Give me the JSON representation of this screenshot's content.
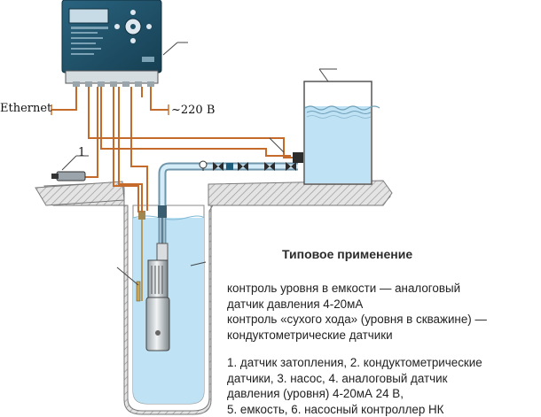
{
  "labels": {
    "ethernet": "Ethernet",
    "power": "~220 В",
    "sensor_number": "1"
  },
  "description": {
    "heading": "Типовое применение",
    "paragraph1": [
      "контроль уровня в емкости — аналоговый",
      "датчик давления 4-20мА",
      "контроль «сухого хода» (уровня в скважине) —",
      "кондуктометрические датчики"
    ],
    "paragraph2": [
      "1. датчик затопления, 2. кондуктометрические",
      "датчики, 3. насос, 4. аналоговый датчик",
      "давления (уровня) 4-20мА 24 В,",
      "5. емкость, 6. насосный контроллер НК"
    ]
  },
  "colors": {
    "controller_body": "#1d4f66",
    "wire": "#c46a2a",
    "water": "#bfe3f5",
    "ground_hatch": "#c8c8c8",
    "pipe": "#a9cde0"
  }
}
